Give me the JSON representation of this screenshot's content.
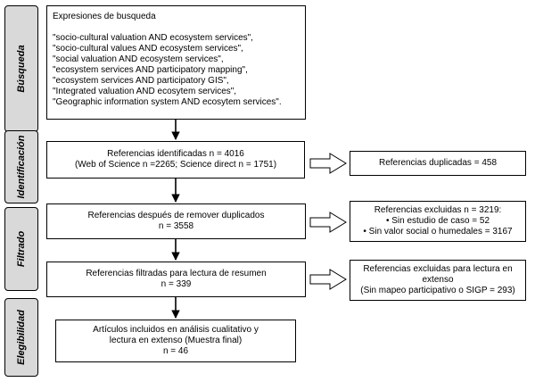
{
  "stages": [
    "Búsqueda",
    "Identificación",
    "Filtrado",
    "Elegibilidad"
  ],
  "search": {
    "title": "Expresiones de busqueda",
    "terms": [
      "\"socio-cultural valuation AND ecosystem services\",",
      "\"socio-cultural values AND ecosystem services\",",
      "\"social valuation AND ecosystem services\",",
      "\"ecosystem services AND participatory mapping\",",
      "\"ecosystem services AND participatory GIS\",",
      "\"Integrated valuation AND ecosytem services\",",
      "\"Geographic information system AND ecosytem services\"."
    ]
  },
  "identified": [
    "Referencias identificadas n = 4016",
    "(Web of Science n =2265; Science direct n = 1751)"
  ],
  "duplicates": [
    "Referencias duplicadas = 458"
  ],
  "after_dup": [
    "Referencias después de remover duplicados",
    "n = 3558"
  ],
  "excluded1": {
    "title": "Referencias excluidas n = 3219:",
    "bullets": [
      "Sin estudio de caso = 52",
      "Sin valor social o humedales = 3167"
    ]
  },
  "filtered": [
    "Referencias filtradas para lectura de resumen",
    "n = 339"
  ],
  "excluded2": [
    "Referencias excluidas para lectura en",
    "extenso",
    "(Sin mapeo participativo o SIGP = 293)"
  ],
  "included": [
    "Artículos incluidos en análisis cualitativo y",
    "lectura en extenso (Muestra final)",
    "n = 46"
  ]
}
